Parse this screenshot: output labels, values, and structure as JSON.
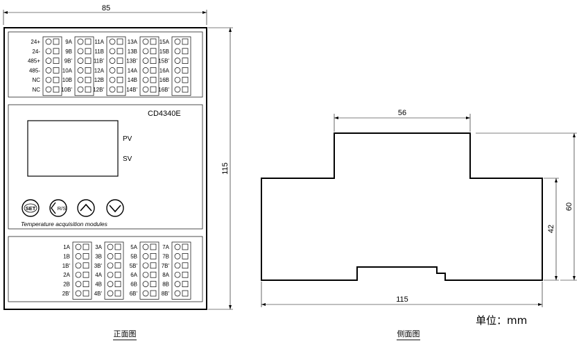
{
  "front_view": {
    "width_dim": "85",
    "height_dim": "115",
    "model": "CD4340E",
    "pv_label": "PV",
    "sv_label": "SV",
    "module_caption": "Temperature acquisition modules",
    "buttons": [
      {
        "name": "set-button",
        "label": "SET",
        "icon": "set-icon"
      },
      {
        "name": "rs-button",
        "label": "R/S",
        "icon": "chevron-left-icon"
      },
      {
        "name": "up-button",
        "label": "",
        "icon": "chevron-up-icon"
      },
      {
        "name": "down-button",
        "label": "",
        "icon": "chevron-down-icon"
      }
    ],
    "top_terminals": [
      [
        "24+",
        "24-",
        "485+",
        "485-",
        "NC",
        "NC"
      ],
      [
        "9A",
        "9B",
        "9B'",
        "10A",
        "10B",
        "10B'"
      ],
      [
        "11A",
        "11B",
        "11B'",
        "12A",
        "12B",
        "12B'"
      ],
      [
        "13A",
        "13B",
        "13B'",
        "14A",
        "14B",
        "14B'"
      ],
      [
        "15A",
        "15B",
        "15B'",
        "16A",
        "16B",
        "16B'"
      ]
    ],
    "bottom_terminals": [
      [
        "1A",
        "1B",
        "1B'",
        "2A",
        "2B",
        "2B'"
      ],
      [
        "3A",
        "3B",
        "3B'",
        "4A",
        "4B",
        "4B'"
      ],
      [
        "5A",
        "5B",
        "5B'",
        "6A",
        "6B",
        "6B'"
      ],
      [
        "7A",
        "7B",
        "7B'",
        "8A",
        "8B",
        "8B'"
      ]
    ],
    "caption": "正面图"
  },
  "side_view": {
    "top_width_dim": "56",
    "bottom_width_dim": "115",
    "inner_height_dim": "42",
    "total_height_dim": "60",
    "caption": "侧面图"
  },
  "unit_label": "单位：mm"
}
